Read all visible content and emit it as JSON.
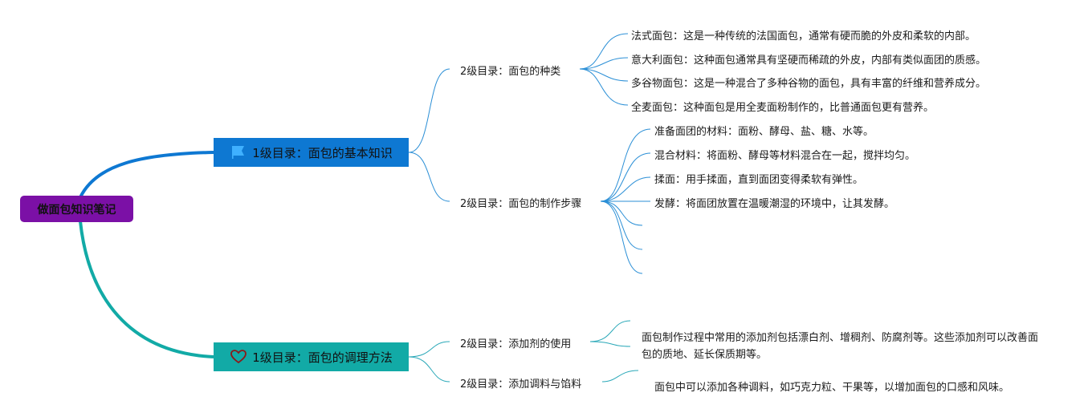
{
  "root": {
    "label": "做面包知识笔记",
    "color": "#7b10a6"
  },
  "topics": [
    {
      "label": "1级目录：面包的基本知识",
      "color": "#0e78d2",
      "icon": "flag-icon",
      "subtopics": [
        {
          "label": "2级目录：面包的种类",
          "items": [
            "法式面包：这是一种传统的法国面包，通常有硬而脆的外皮和柔软的内部。",
            "意大利面包：这种面包通常具有坚硬而稀疏的外皮，内部有类似面团的质感。",
            "多谷物面包：这是一种混合了多种谷物的面包，具有丰富的纤维和营养成分。",
            "全麦面包：这种面包是用全麦面粉制作的，比普通面包更有营养。"
          ]
        },
        {
          "label": "2级目录：面包的制作步骤",
          "items": [
            "准备面团的材料：面粉、酵母、盐、糖、水等。",
            "混合材料：将面粉、酵母等材料混合在一起，搅拌均匀。",
            "揉面：用手揉面，直到面团变得柔软有弹性。",
            "发酵：将面团放置在温暖潮湿的环境中，让其发酵。"
          ]
        }
      ]
    },
    {
      "label": "1级目录：面包的调理方法",
      "color": "#12aaa6",
      "icon": "heart-icon",
      "subtopics": [
        {
          "label": "2级目录：添加剂的使用",
          "items": [
            "面包制作过程中常用的添加剂包括漂白剂、增稠剂、防腐剂等。这些添加剂可以改善面包的质地、延长保质期等。"
          ]
        },
        {
          "label": "2级目录：添加调料与馅料",
          "items": [
            "面包中可以添加各种调料，如巧克力粒、干果等，以增加面包的口感和风味。"
          ]
        }
      ]
    }
  ]
}
